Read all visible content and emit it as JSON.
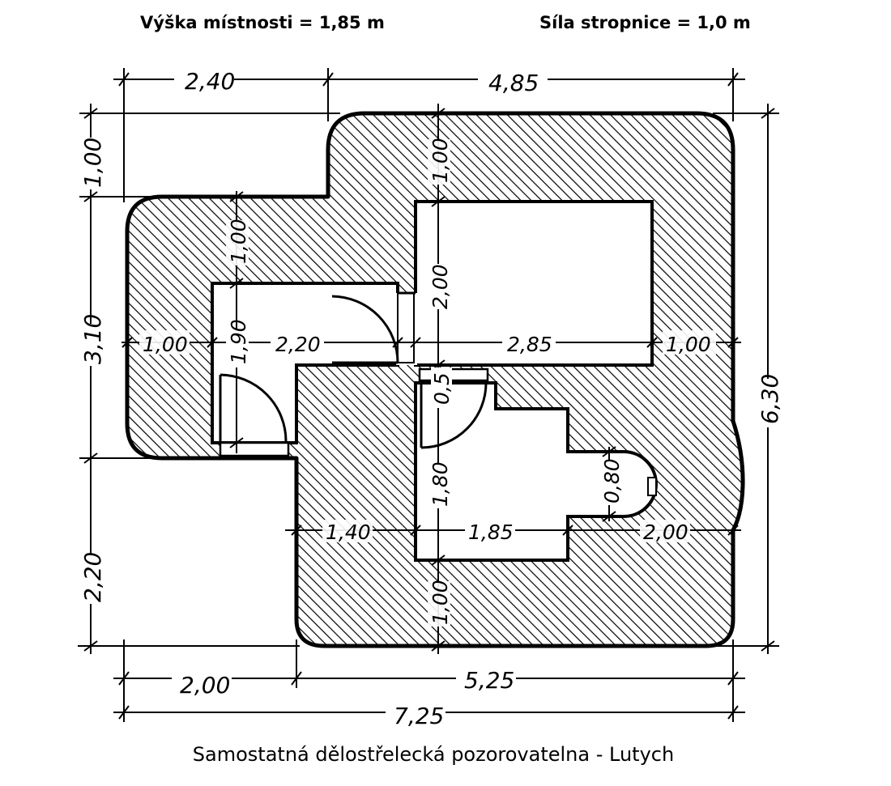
{
  "header": {
    "room_height": "Výška místnosti = 1,85 m",
    "ceiling_thickness": "Síla stropnice = 1,0 m"
  },
  "caption": "Samostatná dělostřelecká pozorovatelna - Lutych",
  "dimensions": {
    "top_left_width": "2,40",
    "top_right_width": "4,85",
    "left_top_height": "1,00",
    "left_mid_height": "3,10",
    "left_bottom_height": "2,20",
    "right_total_height": "6,30",
    "bottom_left_width": "2,00",
    "bottom_right_width": "5,25",
    "bottom_total_width": "7,25",
    "wall_top_right": "1,00",
    "wall_top_left": "1,00",
    "room_height_right": "2,00",
    "wall_left": "1,00",
    "passage_height": "1,90",
    "corridor_width": "2,20",
    "room_width_right": "2,85",
    "wall_right": "1,00",
    "door_gap": "0,5",
    "room_height_lower": "1,80",
    "niche_width": "0,80",
    "wall_lower_left": "1,40",
    "room_width_lower": "1,85",
    "wall_lower_right": "2,00",
    "wall_bottom": "1,00"
  }
}
